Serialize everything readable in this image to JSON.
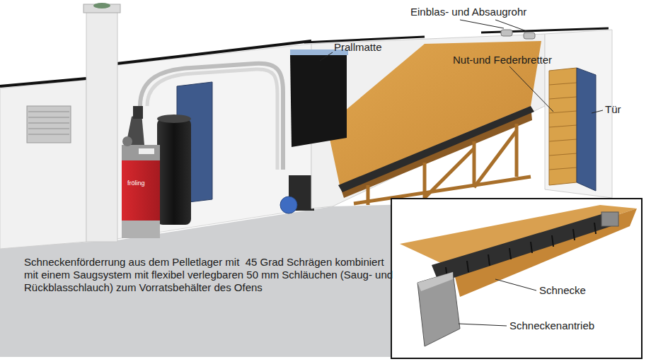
{
  "diagram": {
    "caption": "Schneckenförderrung aus dem Pelletlager mit  45 Grad Schrägen kombiniert mit einem Saugsystem mit flexibel verlegbaren 50 mm Schläuchen (Saug- und Rückblasschlauch) zum Vorratsbehälter des Ofens",
    "labels": [
      "Einblas- und Absaugrohr",
      "Prallmatte",
      "Nut-und Federbretter",
      "Tür",
      "fröling",
      "Schnecke",
      "Schneckenantrieb"
    ]
  }
}
